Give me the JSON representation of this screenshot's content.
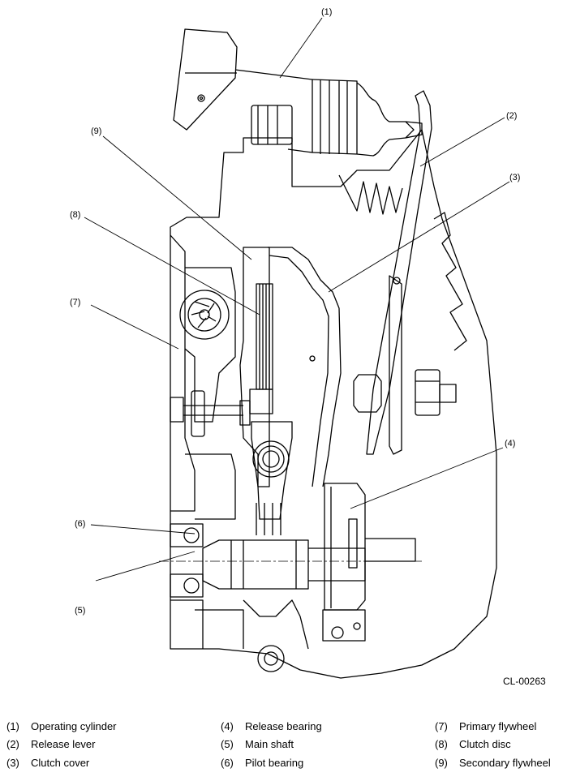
{
  "figure_id": "CL-00263",
  "callouts": [
    "(1)",
    "(2)",
    "(3)",
    "(4)",
    "(5)",
    "(6)",
    "(7)",
    "(8)",
    "(9)"
  ],
  "legend": [
    {
      "num": "(1)",
      "label": "Operating cylinder"
    },
    {
      "num": "(2)",
      "label": "Release lever"
    },
    {
      "num": "(3)",
      "label": "Clutch cover"
    },
    {
      "num": "(4)",
      "label": "Release bearing"
    },
    {
      "num": "(5)",
      "label": "Main shaft"
    },
    {
      "num": "(6)",
      "label": "Pilot bearing"
    },
    {
      "num": "(7)",
      "label": "Primary flywheel"
    },
    {
      "num": "(8)",
      "label": "Clutch disc"
    },
    {
      "num": "(9)",
      "label": "Secondary flywheel"
    }
  ]
}
